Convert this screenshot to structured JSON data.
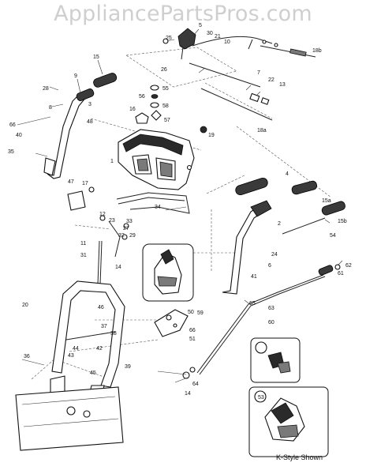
{
  "watermark": "AppliancePartsPros.com",
  "caption": "K-Style Shown",
  "callouts": [
    {
      "id": "c5",
      "text": "5"
    },
    {
      "id": "c25",
      "text": "25"
    },
    {
      "id": "c30",
      "text": "30"
    },
    {
      "id": "c21",
      "text": "21"
    },
    {
      "id": "c10",
      "text": "10"
    },
    {
      "id": "c18b",
      "text": "18b"
    },
    {
      "id": "c15",
      "text": "15"
    },
    {
      "id": "c26",
      "text": "26"
    },
    {
      "id": "c9",
      "text": "9"
    },
    {
      "id": "c28",
      "text": "28"
    },
    {
      "id": "c3",
      "text": "3"
    },
    {
      "id": "c8",
      "text": "8"
    },
    {
      "id": "c66a",
      "text": "66"
    },
    {
      "id": "c48",
      "text": "48"
    },
    {
      "id": "c40",
      "text": "40"
    },
    {
      "id": "c35",
      "text": "35"
    },
    {
      "id": "c55",
      "text": "55"
    },
    {
      "id": "c56",
      "text": "56"
    },
    {
      "id": "c58",
      "text": "58"
    },
    {
      "id": "c57",
      "text": "57"
    },
    {
      "id": "c16",
      "text": "16"
    },
    {
      "id": "c7",
      "text": "7"
    },
    {
      "id": "c22",
      "text": "22"
    },
    {
      "id": "c13",
      "text": "13"
    },
    {
      "id": "c18a",
      "text": "18a"
    },
    {
      "id": "c19",
      "text": "19"
    },
    {
      "id": "c1",
      "text": "1"
    },
    {
      "id": "c4",
      "text": "4"
    },
    {
      "id": "c47",
      "text": "47"
    },
    {
      "id": "c17",
      "text": "17"
    },
    {
      "id": "c34",
      "text": "34"
    },
    {
      "id": "c15a",
      "text": "15a"
    },
    {
      "id": "c2",
      "text": "2"
    },
    {
      "id": "c15b",
      "text": "15b"
    },
    {
      "id": "c12",
      "text": "12"
    },
    {
      "id": "c23",
      "text": "23"
    },
    {
      "id": "c33",
      "text": "33"
    },
    {
      "id": "c27",
      "text": "27"
    },
    {
      "id": "c29",
      "text": "29"
    },
    {
      "id": "c54",
      "text": "54"
    },
    {
      "id": "c11",
      "text": "11"
    },
    {
      "id": "c31",
      "text": "31"
    },
    {
      "id": "c14a",
      "text": "14"
    },
    {
      "id": "c24",
      "text": "24"
    },
    {
      "id": "c6",
      "text": "6"
    },
    {
      "id": "c62",
      "text": "62"
    },
    {
      "id": "c61",
      "text": "61"
    },
    {
      "id": "c32",
      "text": "32"
    },
    {
      "id": "c41",
      "text": "41"
    },
    {
      "id": "c65",
      "text": "65"
    },
    {
      "id": "c63",
      "text": "63"
    },
    {
      "id": "c20",
      "text": "20"
    },
    {
      "id": "c46",
      "text": "46"
    },
    {
      "id": "c50",
      "text": "50"
    },
    {
      "id": "c59",
      "text": "59"
    },
    {
      "id": "c60",
      "text": "60"
    },
    {
      "id": "c37",
      "text": "37"
    },
    {
      "id": "c38",
      "text": "38"
    },
    {
      "id": "c66b",
      "text": "66"
    },
    {
      "id": "c51",
      "text": "51"
    },
    {
      "id": "c44",
      "text": "44"
    },
    {
      "id": "c42",
      "text": "42"
    },
    {
      "id": "c43",
      "text": "43"
    },
    {
      "id": "c45",
      "text": "45"
    },
    {
      "id": "c36",
      "text": "36"
    },
    {
      "id": "c39",
      "text": "39"
    },
    {
      "id": "c64",
      "text": "64"
    },
    {
      "id": "c14b",
      "text": "14"
    },
    {
      "id": "c53",
      "text": "53"
    }
  ]
}
